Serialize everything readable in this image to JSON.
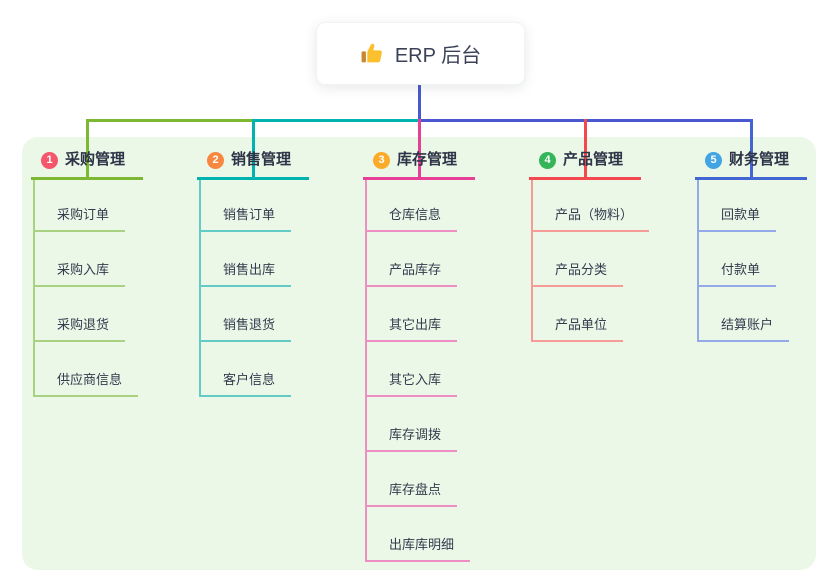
{
  "root": {
    "label": "ERP 后台",
    "icon": "thumbs-up"
  },
  "colors": {
    "panel_bg": "#ebf7e7",
    "root_line": "#4a58cf",
    "title_text": "#2e3447",
    "child_text": "#333b4e",
    "root_text": "#3b4257",
    "thumb_yellow": "#fbc02d",
    "thumb_cuff": "#c98733"
  },
  "branches": [
    {
      "badge": "1",
      "badge_color": "#f4566c",
      "line_color": "#7cb831",
      "child_color": "#a8d27f",
      "title": "采购管理",
      "children": [
        "采购订单",
        "采购入库",
        "采购退货",
        "供应商信息"
      ]
    },
    {
      "badge": "2",
      "badge_color": "#f8883f",
      "line_color": "#00b3ae",
      "child_color": "#62cbc5",
      "title": "销售管理",
      "children": [
        "销售订单",
        "销售出库",
        "销售退货",
        "客户信息"
      ]
    },
    {
      "badge": "3",
      "badge_color": "#fcab29",
      "line_color": "#e73e96",
      "child_color": "#ef8ec2",
      "title": "库存管理",
      "children": [
        "仓库信息",
        "产品库存",
        "其它出库",
        "其它入库",
        "库存调拨",
        "库存盘点",
        "出库库明细"
      ]
    },
    {
      "badge": "4",
      "badge_color": "#35b559",
      "line_color": "#f4484f",
      "child_color": "#f69b98",
      "title": "产品管理",
      "children": [
        "产品（物料）",
        "产品分类",
        "产品单位"
      ]
    },
    {
      "badge": "5",
      "badge_color": "#40a5e2",
      "line_color": "#4365d2",
      "child_color": "#94aae8",
      "title": "财务管理",
      "children": [
        "回款单",
        "付款单",
        "结算账户"
      ]
    }
  ]
}
